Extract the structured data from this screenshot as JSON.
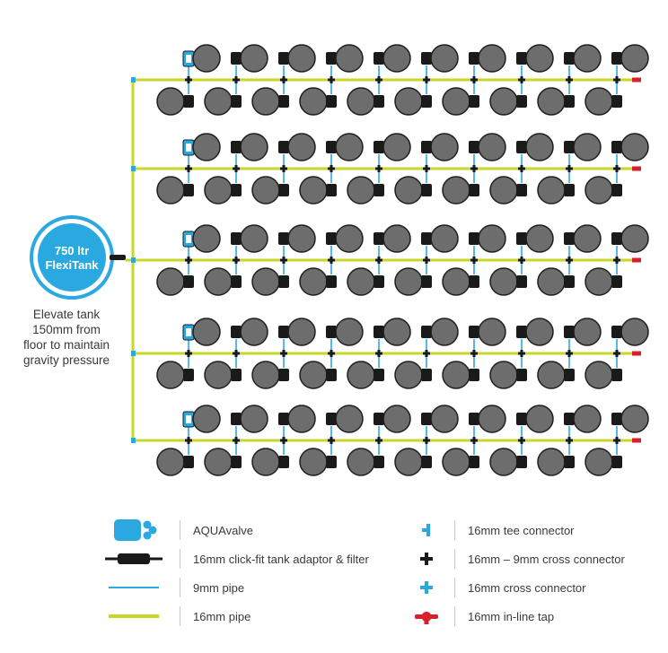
{
  "tank": {
    "label_line1": "750 ltr",
    "label_line2": "FlexiTank",
    "note": "Elevate tank\n150mm from\nfloor to maintain\ngravity pressure"
  },
  "layout": {
    "rows": 5,
    "pots_per_line": 10
  },
  "colors": {
    "pipe_16mm": "#c8d62a",
    "pipe_9mm": "#2aa9e0",
    "tank": "#2aa9e0",
    "pot": "#6d6d6d",
    "pot_border": "#1e1e1e",
    "valve": "#1a1a1a",
    "aquavalve": "#2aa9e0",
    "tap": "#d6202a",
    "cross": "#1a1a1a"
  },
  "legend": {
    "left": [
      {
        "icon": "aquavalve-icon",
        "label": "AQUAvalve"
      },
      {
        "icon": "tank-adaptor-icon",
        "label": "16mm click-fit tank adaptor & filter"
      },
      {
        "icon": "pipe-9mm-icon",
        "label": "9mm pipe"
      },
      {
        "icon": "pipe-16mm-icon",
        "label": "16mm pipe"
      }
    ],
    "right": [
      {
        "icon": "tee-connector-icon",
        "label": "16mm tee connector"
      },
      {
        "icon": "cross-connector-black-icon",
        "label": "16mm – 9mm cross connector"
      },
      {
        "icon": "cross-connector-blue-icon",
        "label": "16mm cross connector"
      },
      {
        "icon": "inline-tap-icon",
        "label": "16mm in-line tap"
      }
    ]
  }
}
